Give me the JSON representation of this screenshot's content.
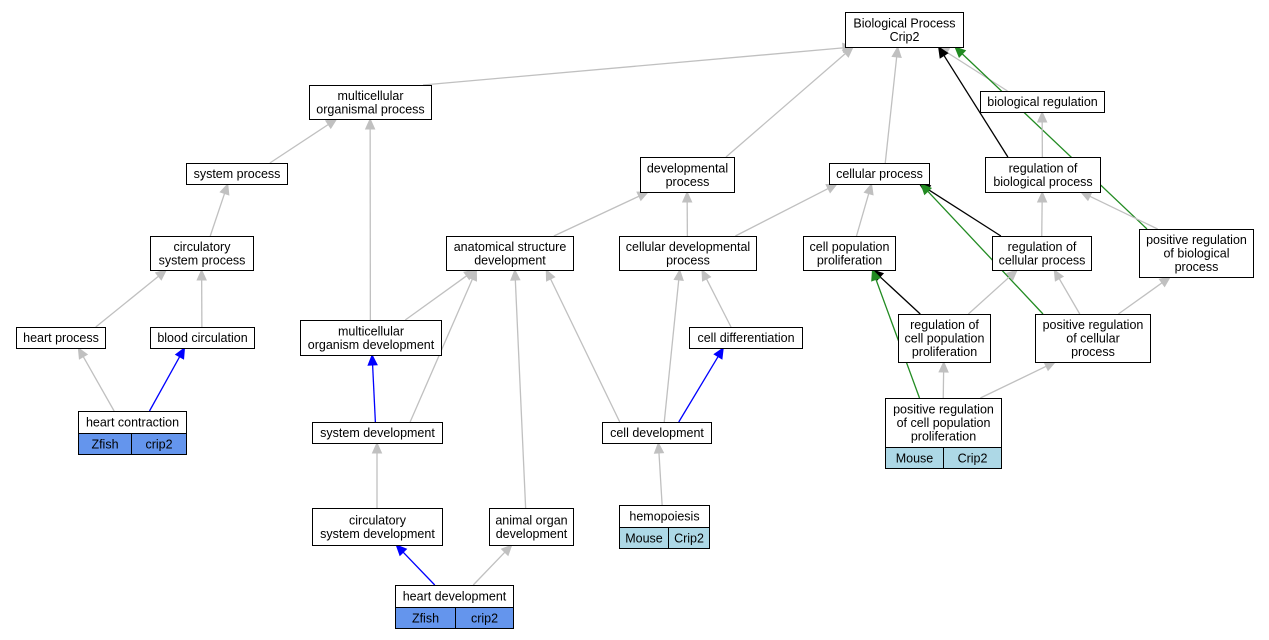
{
  "colors": {
    "edge_default": "#c0c0c0",
    "edge_black": "#000000",
    "edge_blue": "#0000ff",
    "edge_green": "#228b22",
    "zfish_fill": "#6495ed",
    "mouse_fill": "#add8e6",
    "node_fill": "#ffffff",
    "node_stroke": "#000000"
  },
  "nodes": {
    "root": {
      "lines": [
        "Biological Process",
        "Crip2"
      ]
    },
    "multicellular": {
      "lines": [
        "multicellular",
        "organismal process"
      ]
    },
    "bioreg": {
      "lines": [
        "biological regulation"
      ]
    },
    "devproc": {
      "lines": [
        "developmental",
        "process"
      ]
    },
    "cellproc": {
      "lines": [
        "cellular process"
      ]
    },
    "regbio": {
      "lines": [
        "regulation of",
        "biological process"
      ]
    },
    "sysproc": {
      "lines": [
        "system process"
      ]
    },
    "circsys": {
      "lines": [
        "circulatory",
        "system process"
      ]
    },
    "anatdev": {
      "lines": [
        "anatomical structure",
        "development"
      ]
    },
    "celldevproc": {
      "lines": [
        "cellular developmental",
        "process"
      ]
    },
    "cellpop": {
      "lines": [
        "cell population",
        "proliferation"
      ]
    },
    "regcell": {
      "lines": [
        "regulation of",
        "cellular process"
      ]
    },
    "posregbio": {
      "lines": [
        "positive regulation",
        "of biological",
        "process"
      ]
    },
    "heartproc": {
      "lines": [
        "heart process"
      ]
    },
    "bloodcirc": {
      "lines": [
        "blood circulation"
      ]
    },
    "multidev": {
      "lines": [
        "multicellular",
        "organism development"
      ]
    },
    "celldiff": {
      "lines": [
        "cell differentiation"
      ]
    },
    "regcellpop": {
      "lines": [
        "regulation of",
        "cell population",
        "proliferation"
      ]
    },
    "posregcell": {
      "lines": [
        "positive regulation",
        "of cellular",
        "process"
      ]
    },
    "heartcontr": {
      "lines": [
        "heart contraction"
      ],
      "tags": [
        "Zfish",
        "crip2"
      ],
      "tag_color": "zfish"
    },
    "sysdev": {
      "lines": [
        "system development"
      ]
    },
    "celldev": {
      "lines": [
        "cell development"
      ]
    },
    "posregcellpop": {
      "lines": [
        "positive regulation",
        "of cell population",
        "proliferation"
      ],
      "tags": [
        "Mouse",
        "Crip2"
      ],
      "tag_color": "mouse"
    },
    "circsysdev": {
      "lines": [
        "circulatory",
        "system development"
      ]
    },
    "animorg": {
      "lines": [
        "animal organ",
        "development"
      ]
    },
    "hemo": {
      "lines": [
        "hemopoiesis"
      ],
      "tags": [
        "Mouse",
        "Crip2"
      ],
      "tag_color": "mouse"
    },
    "heartdev": {
      "lines": [
        "heart development"
      ],
      "tags": [
        "Zfish",
        "crip2"
      ],
      "tag_color": "zfish"
    }
  },
  "edges": [
    {
      "from": "multicellular",
      "to": "root",
      "color": "default"
    },
    {
      "from": "bioreg",
      "to": "root",
      "color": "default"
    },
    {
      "from": "devproc",
      "to": "root",
      "color": "default"
    },
    {
      "from": "cellproc",
      "to": "root",
      "color": "default"
    },
    {
      "from": "regbio",
      "to": "root",
      "color": "black"
    },
    {
      "from": "posregbio",
      "to": "root",
      "color": "green"
    },
    {
      "from": "regbio",
      "to": "bioreg",
      "color": "default"
    },
    {
      "from": "sysproc",
      "to": "multicellular",
      "color": "default"
    },
    {
      "from": "multidev",
      "to": "multicellular",
      "color": "default"
    },
    {
      "from": "circsys",
      "to": "sysproc",
      "color": "default"
    },
    {
      "from": "heartproc",
      "to": "circsys",
      "color": "default"
    },
    {
      "from": "bloodcirc",
      "to": "circsys",
      "color": "default"
    },
    {
      "from": "heartcontr",
      "to": "heartproc",
      "color": "default"
    },
    {
      "from": "heartcontr",
      "to": "bloodcirc",
      "color": "blue"
    },
    {
      "from": "anatdev",
      "to": "devproc",
      "color": "default"
    },
    {
      "from": "celldevproc",
      "to": "devproc",
      "color": "default"
    },
    {
      "from": "celldevproc",
      "to": "cellproc",
      "color": "default"
    },
    {
      "from": "cellpop",
      "to": "cellproc",
      "color": "default"
    },
    {
      "from": "regcell",
      "to": "cellproc",
      "color": "black"
    },
    {
      "from": "posregcell",
      "to": "cellproc",
      "color": "green"
    },
    {
      "from": "regcell",
      "to": "regbio",
      "color": "default"
    },
    {
      "from": "posregbio",
      "to": "regbio",
      "color": "default"
    },
    {
      "from": "multidev",
      "to": "anatdev",
      "color": "default"
    },
    {
      "from": "sysdev",
      "to": "anatdev",
      "color": "default"
    },
    {
      "from": "animorg",
      "to": "anatdev",
      "color": "default"
    },
    {
      "from": "celldev",
      "to": "anatdev",
      "color": "default"
    },
    {
      "from": "celldev",
      "to": "celldevproc",
      "color": "default"
    },
    {
      "from": "celldiff",
      "to": "celldevproc",
      "color": "default"
    },
    {
      "from": "celldev",
      "to": "celldiff",
      "color": "blue"
    },
    {
      "from": "sysdev",
      "to": "multidev",
      "color": "blue"
    },
    {
      "from": "regcellpop",
      "to": "cellpop",
      "color": "black"
    },
    {
      "from": "posregcellpop",
      "to": "cellpop",
      "color": "green"
    },
    {
      "from": "regcellpop",
      "to": "regcell",
      "color": "default"
    },
    {
      "from": "posregcell",
      "to": "regcell",
      "color": "default"
    },
    {
      "from": "posregcell",
      "to": "posregbio",
      "color": "default"
    },
    {
      "from": "posregcellpop",
      "to": "regcellpop",
      "color": "default"
    },
    {
      "from": "posregcellpop",
      "to": "posregcell",
      "color": "default"
    },
    {
      "from": "circsysdev",
      "to": "sysdev",
      "color": "default"
    },
    {
      "from": "heartdev",
      "to": "circsysdev",
      "color": "blue"
    },
    {
      "from": "heartdev",
      "to": "animorg",
      "color": "default"
    },
    {
      "from": "hemo",
      "to": "celldev",
      "color": "default"
    }
  ]
}
